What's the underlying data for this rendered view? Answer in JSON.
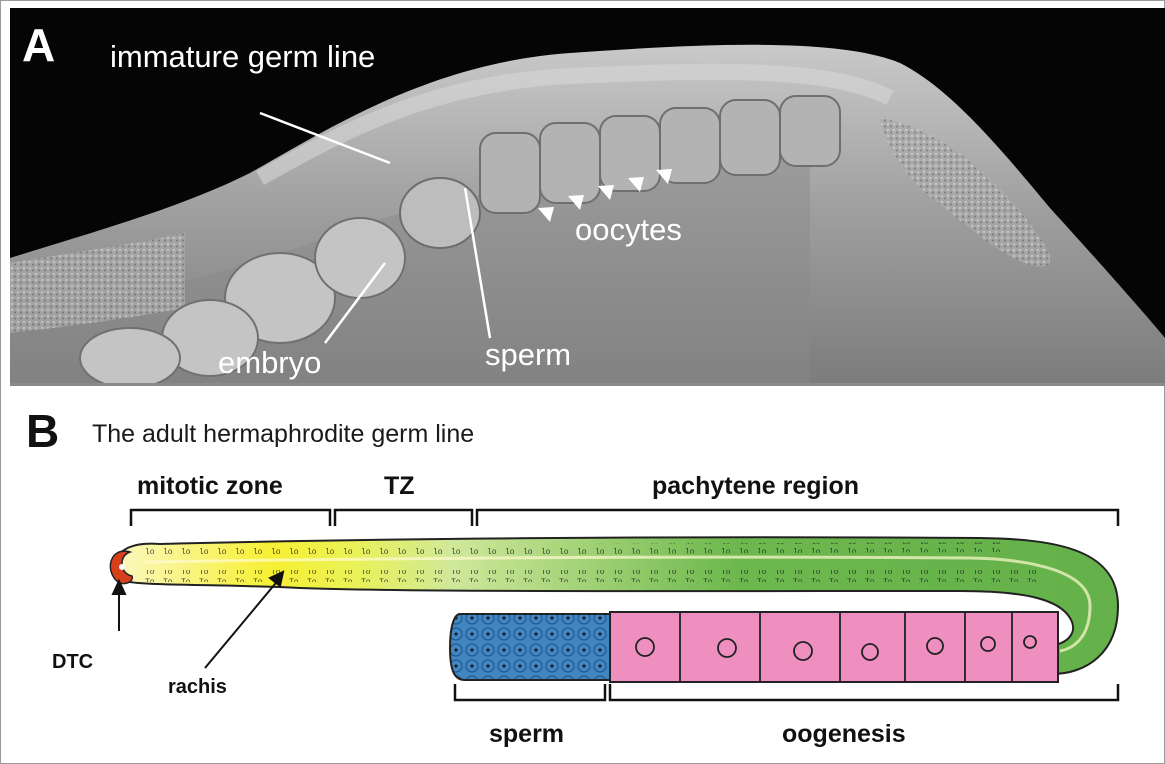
{
  "panel_a": {
    "letter": "A",
    "labels": {
      "immature_germ_line": "immature germ line",
      "oocytes": "oocytes",
      "embryo": "embryo",
      "sperm": "sperm"
    }
  },
  "panel_b": {
    "letter": "B",
    "subtitle": "The adult hermaphrodite germ line",
    "regions": {
      "mitotic_zone": "mitotic zone",
      "tz": "TZ",
      "pachytene_region": "pachytene region",
      "sperm": "sperm",
      "oogenesis": "oogenesis"
    },
    "annotations": {
      "dtc": "DTC",
      "rachis": "rachis"
    }
  },
  "colors": {
    "mitotic_yellow": "#f7f033",
    "pachytene_green": "#6db84e",
    "sperm_blue": "#3f86c2",
    "oocyte_pink": "#ee8fc0",
    "dtc_red": "#d8401c"
  }
}
